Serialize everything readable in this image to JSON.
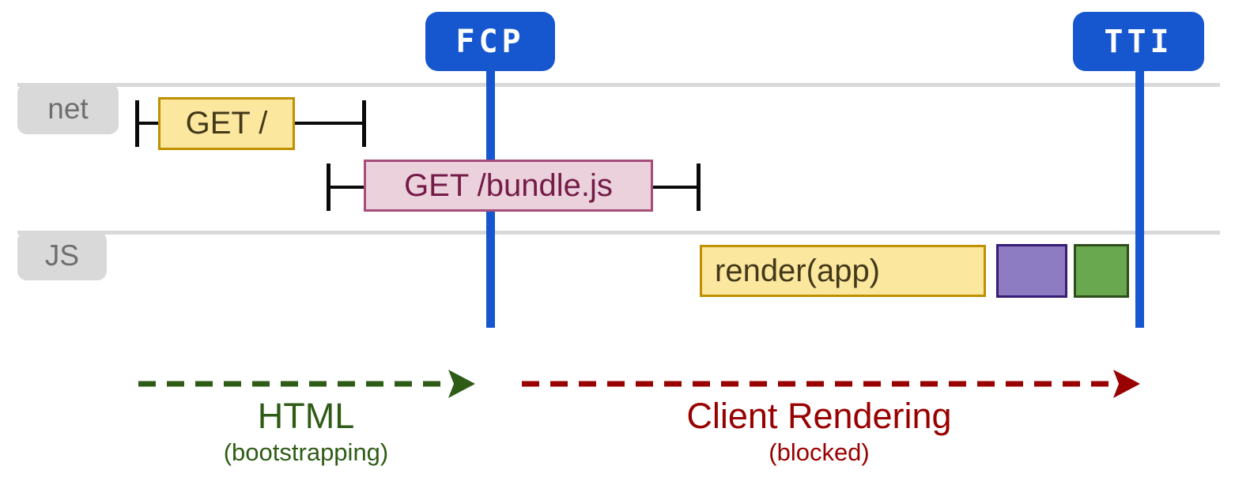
{
  "badges": {
    "fcp": "FCP",
    "tti": "TTI"
  },
  "lanes": {
    "net": "net",
    "js": "JS"
  },
  "net_row": {
    "get_root": "GET /",
    "get_bundle": "GET /bundle.js"
  },
  "js_row": {
    "render": "render(app)"
  },
  "phases": {
    "html": {
      "title": "HTML",
      "subtitle": "(bootstrapping)"
    },
    "client_rendering": {
      "title": "Client Rendering",
      "subtitle": "(blocked)"
    }
  },
  "colors": {
    "milestone_blue": "#1657cf",
    "task_yellow_fill": "#fbe79e",
    "task_yellow_border": "#bf9000",
    "request_pink_fill": "#ead1dc",
    "request_pink_border": "#a64d79",
    "request_pink_text": "#741b47",
    "task_purple_fill": "#8e7cc3",
    "task_purple_border": "#351c75",
    "task_green_fill": "#6aa84f",
    "task_green_border": "#2d4d1a",
    "phase_html_green": "#2e5c17",
    "phase_blocked_red": "#990000",
    "lane_gray": "#d9d9d9"
  }
}
